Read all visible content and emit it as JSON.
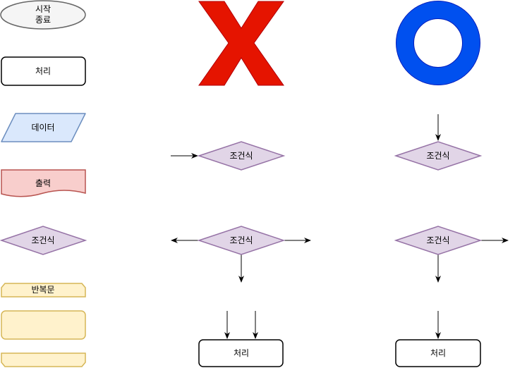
{
  "legend": {
    "terminal": [
      "시작",
      "종료"
    ],
    "process": "처리",
    "data": "데이터",
    "output": "출력",
    "condition": "조건식",
    "loop": "반복문"
  },
  "examples": {
    "wrong_mark": "x-mark-icon",
    "right_mark": "o-mark-icon",
    "condition": "조건식",
    "process": "처리"
  },
  "colors": {
    "terminal_fill": "#f5f5f5",
    "terminal_stroke": "#666666",
    "data_fill": "#dae8fc",
    "data_stroke": "#6c8ebf",
    "output_fill": "#f8cecc",
    "output_stroke": "#b85450",
    "condition_fill": "#e1d5e7",
    "condition_stroke": "#9673a6",
    "loop_fill": "#fff2cc",
    "loop_stroke": "#d6b656",
    "wrong_mark": "#e51400",
    "right_mark": "#0050ef"
  }
}
